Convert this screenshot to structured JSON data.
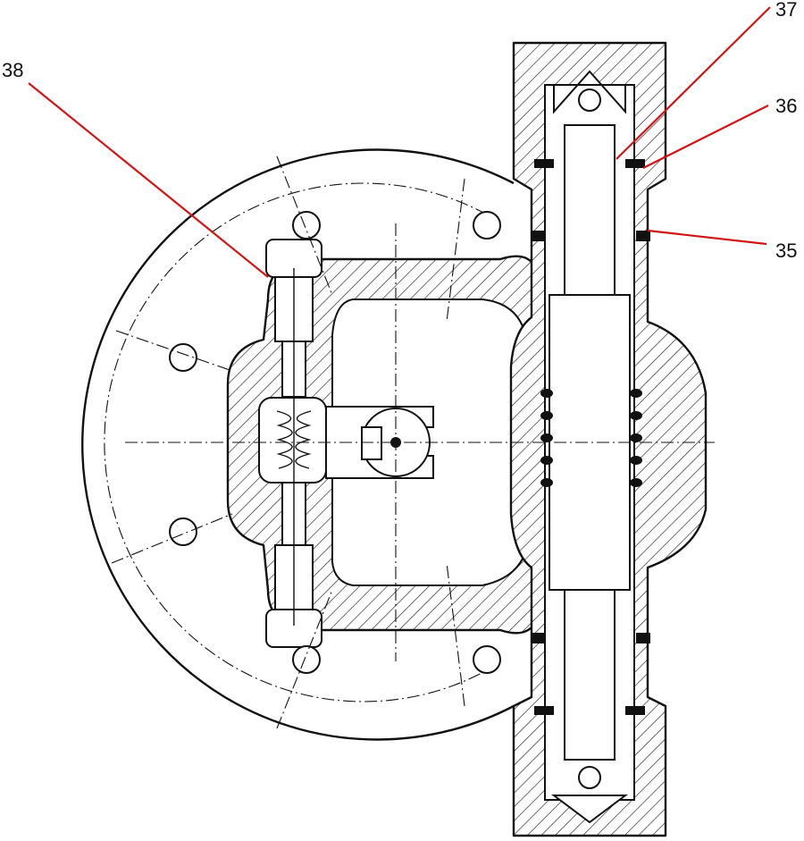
{
  "callouts": {
    "c35": "35",
    "c36": "36",
    "c37": "37",
    "c38": "38"
  },
  "colors": {
    "leader": "#d21414",
    "ink": "#111111",
    "background": "#ffffff"
  }
}
